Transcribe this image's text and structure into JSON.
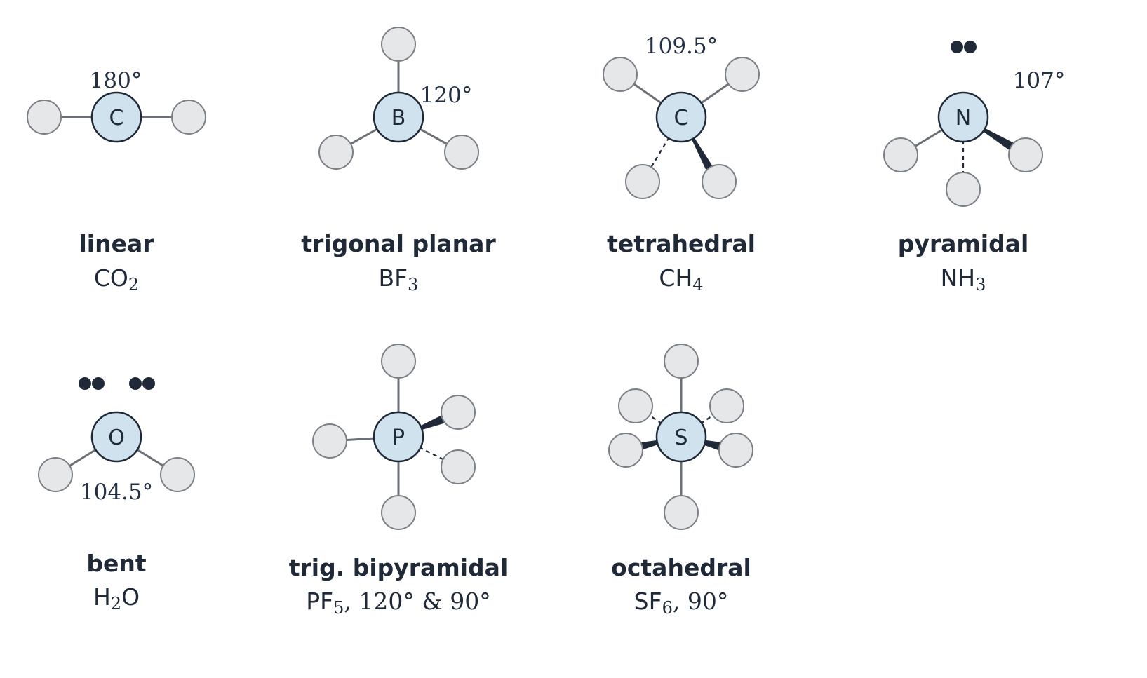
{
  "colors": {
    "central_fill": "#cfe2ee",
    "central_stroke": "#1f2937",
    "outer_fill": "#e6e7e9",
    "outer_stroke": "#7b7f86",
    "bond": "#6b6f76",
    "wedge": "#1f2937",
    "lone_pair": "#1f2937",
    "text": "#1f2937"
  },
  "molecules": [
    {
      "id": "linear",
      "atom": "C",
      "name": "linear",
      "formula": "CO",
      "sub": "2",
      "extra": "",
      "angle": "180°"
    },
    {
      "id": "trigonal-planar",
      "atom": "B",
      "name": "trigonal planar",
      "formula": "BF",
      "sub": "3",
      "extra": "",
      "angle": "120°"
    },
    {
      "id": "tetrahedral",
      "atom": "C",
      "name": "tetrahedral",
      "formula": "CH",
      "sub": "4",
      "extra": "",
      "angle": "109.5°"
    },
    {
      "id": "pyramidal",
      "atom": "N",
      "name": "pyramidal",
      "formula": "NH",
      "sub": "3",
      "extra": "",
      "angle": "107°"
    },
    {
      "id": "bent",
      "atom": "O",
      "name": "bent",
      "formula": "H",
      "sub": "2",
      "extra": "O",
      "angle": "104.5°"
    },
    {
      "id": "trig-bipyramidal",
      "atom": "P",
      "name": "trig. bipyramidal",
      "formula": "PF",
      "sub": "5",
      "extra": ", 120° & 90°",
      "angle": ""
    },
    {
      "id": "octahedral",
      "atom": "S",
      "name": "octahedral",
      "formula": "SF",
      "sub": "6",
      "extra": ", 90°",
      "angle": ""
    }
  ]
}
